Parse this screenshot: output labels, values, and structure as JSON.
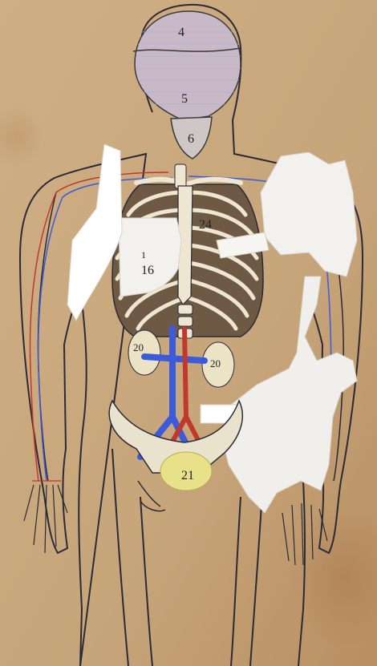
{
  "labels": {
    "head_top": "4",
    "head_mid": "5",
    "neck": "6",
    "lung_left": "16",
    "lung_left_small": "1",
    "spine_right": "24",
    "kidney_left": "20",
    "kidney_right": "20",
    "bladder": "21"
  },
  "colors": {
    "paper": "#c9a57a",
    "outline": "#2a2a38",
    "artery": "#c0392b",
    "vein": "#3b5bdb",
    "bone": "#efe6d2",
    "ribcage_shade": "#6e5a44",
    "flap_white": "#f3f1ee",
    "bladder_yellow": "#e9e08a"
  }
}
